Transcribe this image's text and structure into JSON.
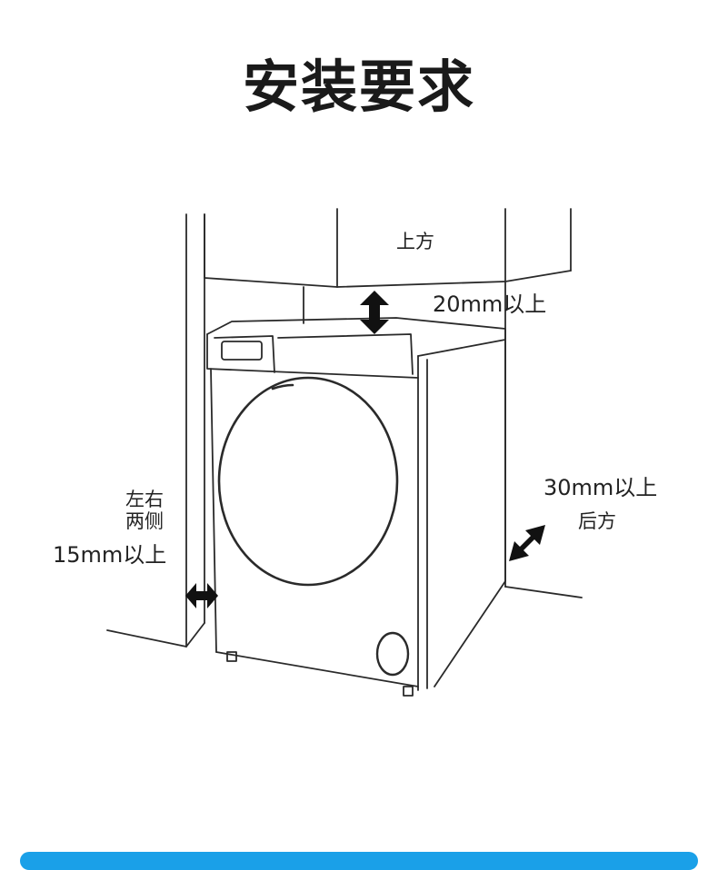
{
  "title": "安装要求",
  "labels": {
    "top_position": "上方",
    "top_clearance": "20mm以上",
    "side_position_line1": "左右",
    "side_position_line2": "两侧",
    "side_clearance": "15mm以上",
    "rear_clearance": "30mm以上",
    "rear_position": "后方"
  },
  "colors": {
    "line": "#2a2a2a",
    "arrow": "#111111",
    "accent_bar": "#1aa0e8"
  },
  "icons": [
    "double-arrow-vertical-icon",
    "double-arrow-horizontal-icon",
    "double-arrow-diagonal-icon"
  ]
}
